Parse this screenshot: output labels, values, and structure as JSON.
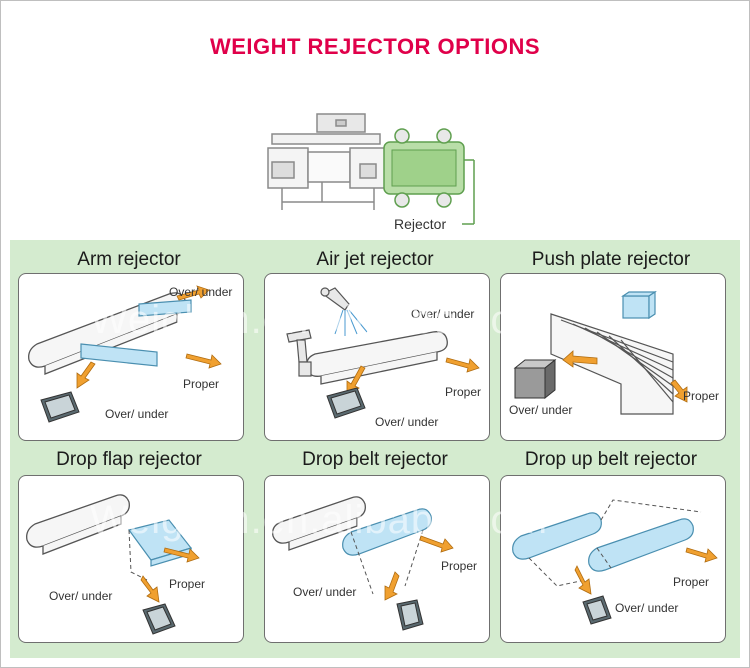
{
  "title": "WEIGHT REJECTOR OPTIONS",
  "overview_label": "Rejector",
  "options": [
    {
      "name": "Arm rejector",
      "labels": [
        "Over/ under",
        "Proper",
        "Over/ under"
      ]
    },
    {
      "name": "Air jet rejector",
      "labels": [
        "Over/ under",
        "Proper",
        "Over/ under"
      ]
    },
    {
      "name": "Push plate rejector",
      "labels": [
        "Over/ under",
        "Proper"
      ]
    },
    {
      "name": "Drop flap rejector",
      "labels": [
        "Proper",
        "Over/ under"
      ]
    },
    {
      "name": "Drop belt rejector",
      "labels": [
        "Proper",
        "Over/ under"
      ]
    },
    {
      "name": "Drop up belt rejector",
      "labels": [
        "Proper",
        "Over/ under"
      ]
    }
  ],
  "watermark": "Weighlin.en.alibaba.com",
  "colors": {
    "title": "#e0004a",
    "panel": "#d4ebcf",
    "belt_blue": "#bfe3f5",
    "arrow_orange": "#f0a030",
    "rejector_green": "#b9dea8"
  }
}
